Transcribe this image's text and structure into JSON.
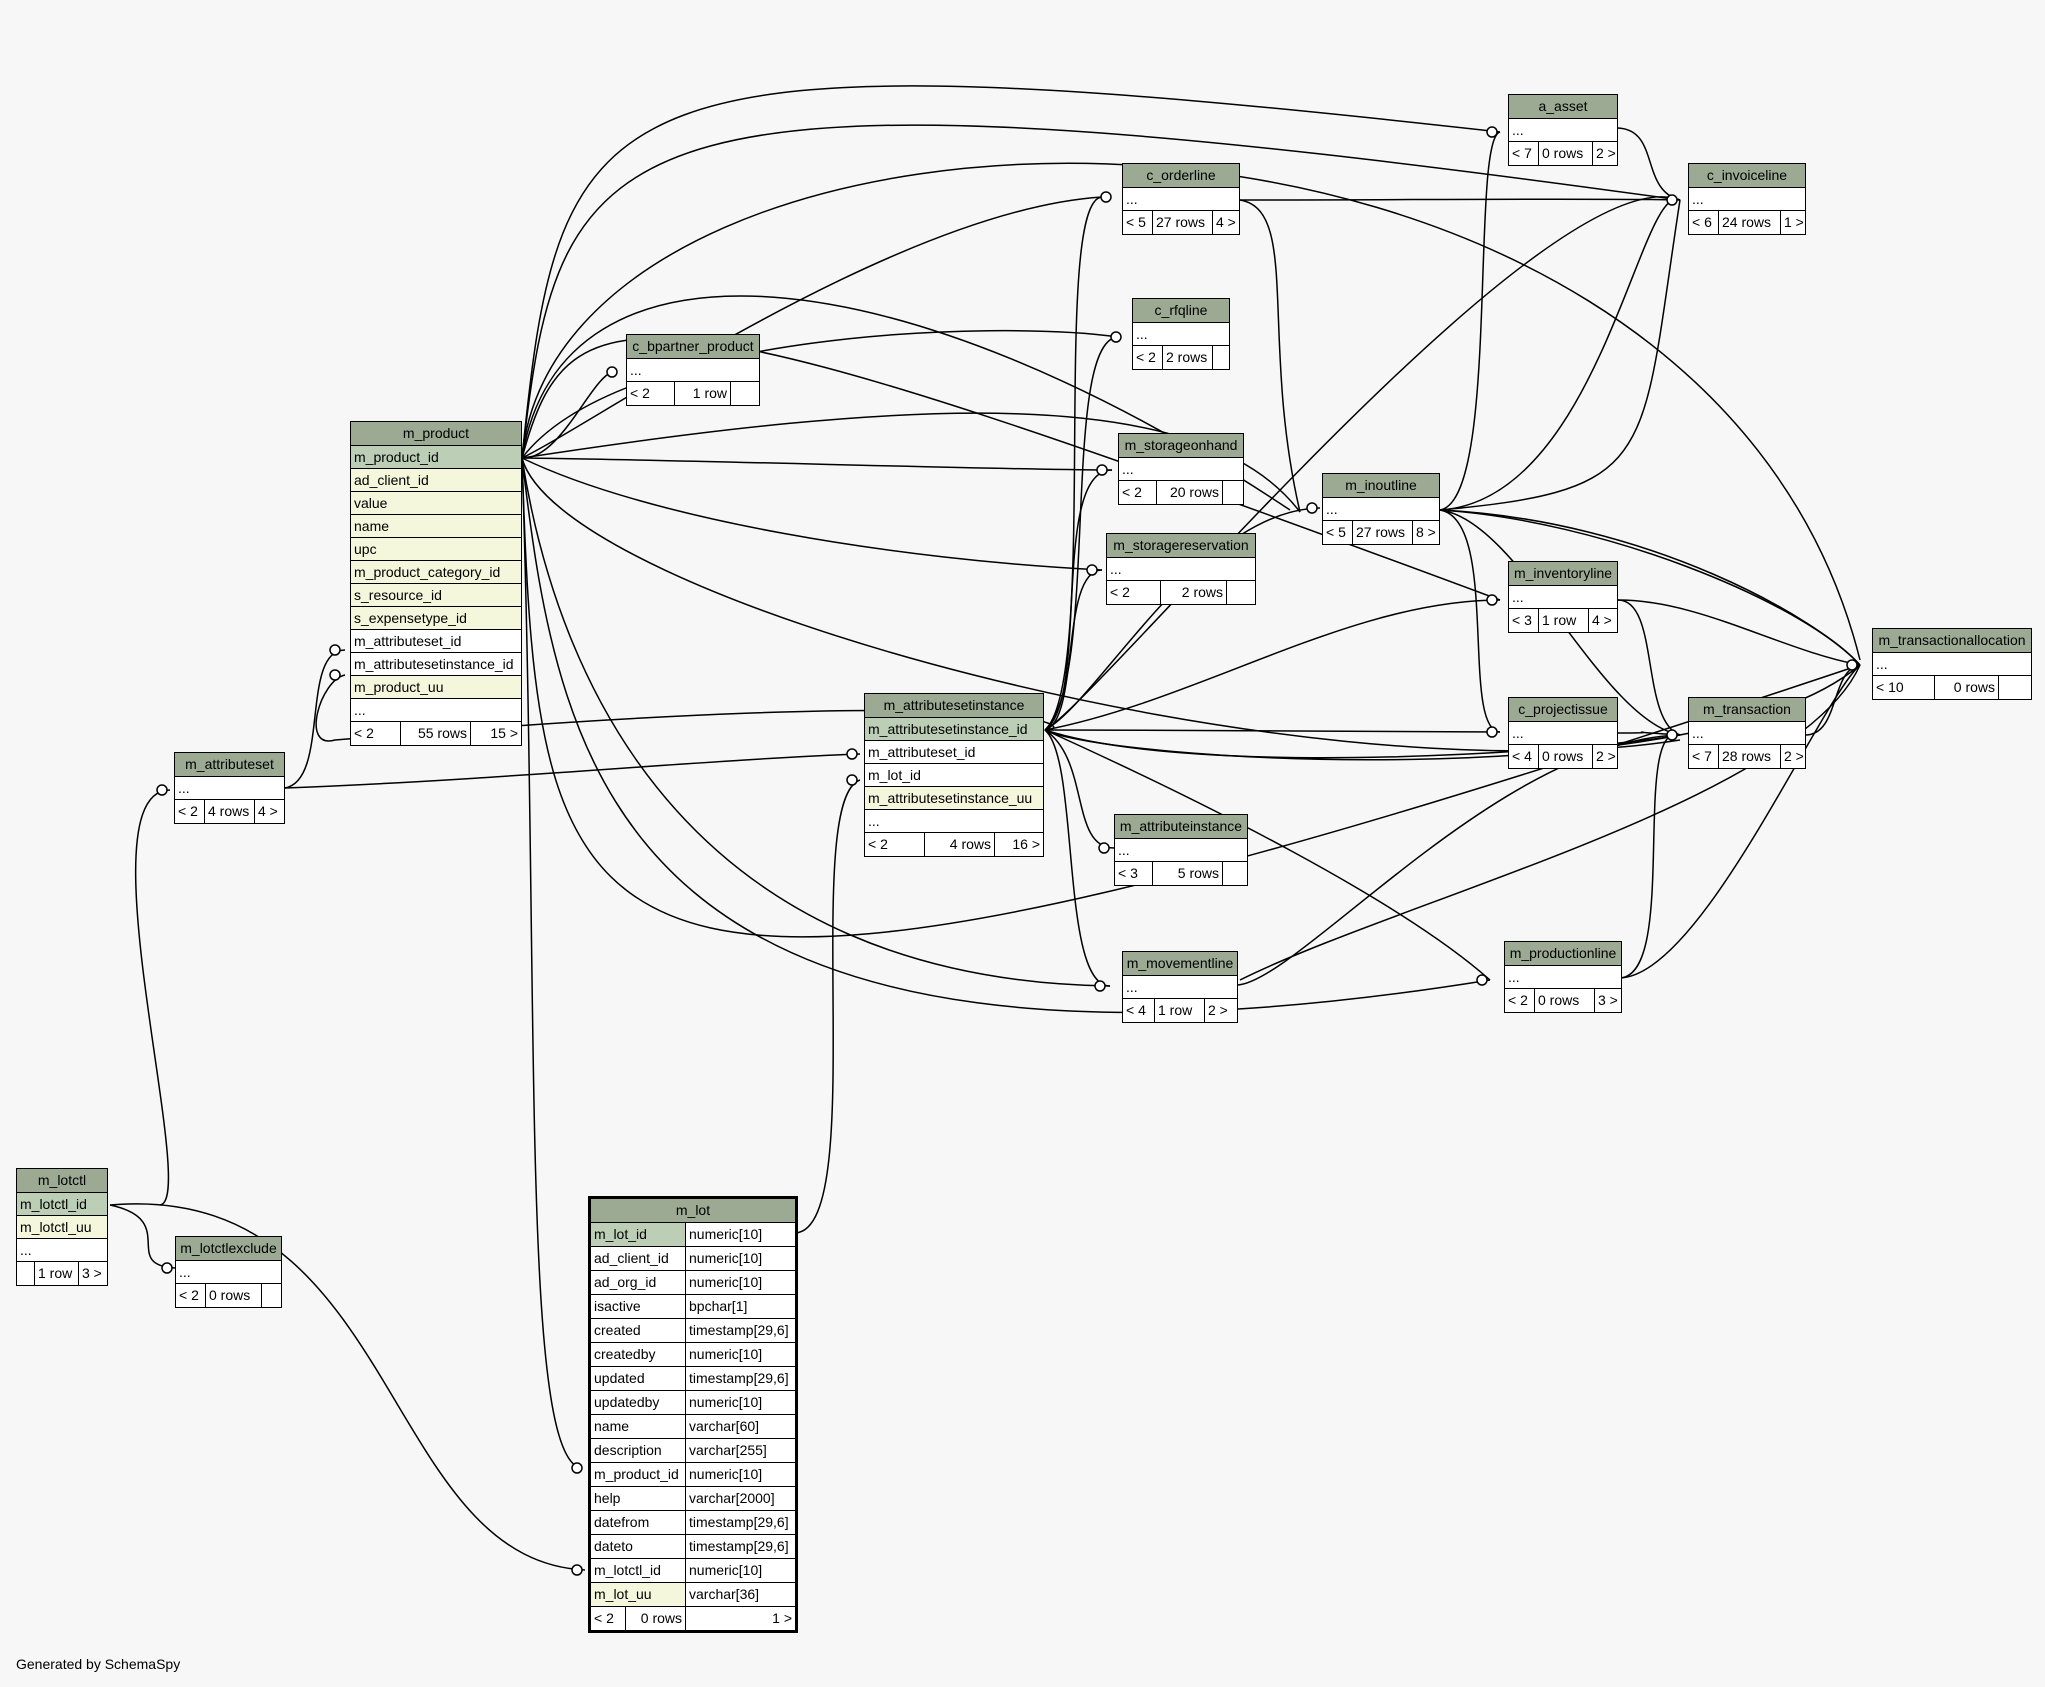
{
  "footer": "Generated by SchemaSpy",
  "tables": {
    "m_product": {
      "name": "m_product",
      "columns": [
        "m_product_id",
        "ad_client_id",
        "value",
        "name",
        "upc",
        "m_product_category_id",
        "s_resource_id",
        "s_expensetype_id",
        "m_attributeset_id",
        "m_attributesetinstance_id",
        "m_product_uu",
        "..."
      ],
      "footer": [
        "< 2",
        "55 rows",
        "15 >"
      ]
    },
    "m_attributeset": {
      "name": "m_attributeset",
      "columns": [
        "..."
      ],
      "footer": [
        "< 2",
        "4 rows",
        "4 >"
      ]
    },
    "m_lotctl": {
      "name": "m_lotctl",
      "columns": [
        "m_lotctl_id",
        "m_lotctl_uu",
        "..."
      ],
      "footer": [
        "",
        "1 row",
        "3 >"
      ]
    },
    "m_lotctlexclude": {
      "name": "m_lotctlexclude",
      "columns": [
        "..."
      ],
      "footer": [
        "< 2",
        "0 rows",
        ""
      ]
    },
    "c_bpartner_product": {
      "name": "c_bpartner_product",
      "columns": [
        "..."
      ],
      "footer": [
        "< 2",
        "1 row",
        ""
      ]
    },
    "m_attributesetinstance": {
      "name": "m_attributesetinstance",
      "columns": [
        "m_attributesetinstance_id",
        "m_attributeset_id",
        "m_lot_id",
        "m_attributesetinstance_uu",
        "..."
      ],
      "footer": [
        "< 2",
        "4 rows",
        "16 >"
      ]
    },
    "m_lot": {
      "name": "m_lot",
      "columns": [
        [
          "m_lot_id",
          "numeric[10]"
        ],
        [
          "ad_client_id",
          "numeric[10]"
        ],
        [
          "ad_org_id",
          "numeric[10]"
        ],
        [
          "isactive",
          "bpchar[1]"
        ],
        [
          "created",
          "timestamp[29,6]"
        ],
        [
          "createdby",
          "numeric[10]"
        ],
        [
          "updated",
          "timestamp[29,6]"
        ],
        [
          "updatedby",
          "numeric[10]"
        ],
        [
          "name",
          "varchar[60]"
        ],
        [
          "description",
          "varchar[255]"
        ],
        [
          "m_product_id",
          "numeric[10]"
        ],
        [
          "help",
          "varchar[2000]"
        ],
        [
          "datefrom",
          "timestamp[29,6]"
        ],
        [
          "dateto",
          "timestamp[29,6]"
        ],
        [
          "m_lotctl_id",
          "numeric[10]"
        ],
        [
          "m_lot_uu",
          "varchar[36]"
        ]
      ],
      "footer": [
        "< 2",
        "0 rows",
        "1 >"
      ]
    },
    "c_orderline": {
      "name": "c_orderline",
      "columns": [
        "..."
      ],
      "footer": [
        "< 5",
        "27 rows",
        "4 >"
      ]
    },
    "c_rfqline": {
      "name": "c_rfqline",
      "columns": [
        "..."
      ],
      "footer": [
        "< 2",
        "2 rows",
        ""
      ]
    },
    "m_storageonhand": {
      "name": "m_storageonhand",
      "columns": [
        "..."
      ],
      "footer": [
        "< 2",
        "20 rows",
        ""
      ]
    },
    "m_storagereservation": {
      "name": "m_storagereservation",
      "columns": [
        "..."
      ],
      "footer": [
        "< 2",
        "2 rows",
        ""
      ]
    },
    "m_attributeinstance": {
      "name": "m_attributeinstance",
      "columns": [
        "..."
      ],
      "footer": [
        "< 3",
        "5 rows",
        ""
      ]
    },
    "m_movementline": {
      "name": "m_movementline",
      "columns": [
        "..."
      ],
      "footer": [
        "< 4",
        "1 row",
        "2 >"
      ]
    },
    "a_asset": {
      "name": "a_asset",
      "columns": [
        "..."
      ],
      "footer": [
        "< 7",
        "0 rows",
        "2 >"
      ]
    },
    "c_invoiceline": {
      "name": "c_invoiceline",
      "columns": [
        "..."
      ],
      "footer": [
        "< 6",
        "24 rows",
        "1 >"
      ]
    },
    "m_inoutline": {
      "name": "m_inoutline",
      "columns": [
        "..."
      ],
      "footer": [
        "< 5",
        "27 rows",
        "8 >"
      ]
    },
    "m_inventoryline": {
      "name": "m_inventoryline",
      "columns": [
        "..."
      ],
      "footer": [
        "< 3",
        "1 row",
        "4 >"
      ]
    },
    "c_projectissue": {
      "name": "c_projectissue",
      "columns": [
        "..."
      ],
      "footer": [
        "< 4",
        "0 rows",
        "2 >"
      ]
    },
    "m_transaction": {
      "name": "m_transaction",
      "columns": [
        "..."
      ],
      "footer": [
        "< 7",
        "28 rows",
        "2 >"
      ]
    },
    "m_productionline": {
      "name": "m_productionline",
      "columns": [
        "..."
      ],
      "footer": [
        "< 2",
        "0 rows",
        "3 >"
      ]
    },
    "m_transactionallocation": {
      "name": "m_transactionallocation",
      "columns": [
        "..."
      ],
      "footer": [
        "< 10",
        "0 rows",
        ""
      ]
    }
  }
}
